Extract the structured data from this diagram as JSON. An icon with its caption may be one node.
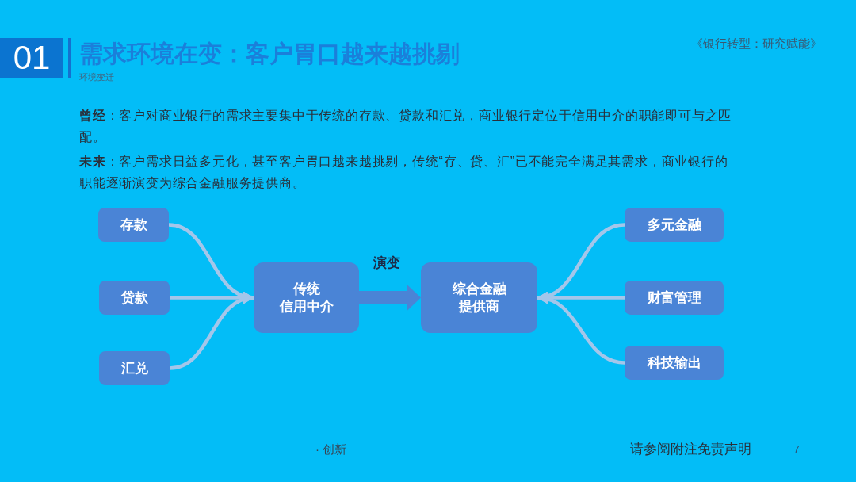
{
  "diagram": {
    "title": "需求环境在变：客户胃口越来越挑剔",
    "nodes": [
      {
        "text": [
          "01"
        ]
      },
      {
        "text": [
          "存款"
        ]
      },
      {
        "text": [
          "贷款"
        ]
      },
      {
        "text": [
          "汇兑"
        ]
      },
      {
        "text": [
          "传统信用中介"
        ]
      },
      {
        "text": [
          "综合金融提供商"
        ]
      },
      {
        "text": [
          "多元金融"
        ]
      },
      {
        "text": [
          "财富管理"
        ]
      },
      {
        "text": [
          "科技输出"
        ]
      }
    ],
    "edges": [
      {
        "from": 1,
        "to": 4,
        "arrow": "to"
      },
      {
        "from": 2,
        "to": 4,
        "arrow": "to"
      },
      {
        "from": 3,
        "to": 4,
        "arrow": "to"
      },
      {
        "from": 4,
        "to": 5,
        "arrow": "to",
        "label": "演变",
        "style": "thick",
        "color": "#4a84d6"
      },
      {
        "from": 6,
        "to": 5,
        "arrow": "to"
      },
      {
        "from": 7,
        "to": 5,
        "arrow": "to"
      },
      {
        "from": 8,
        "to": 5,
        "arrow": "to"
      }
    ],
    "labels": [
      "环境变迁",
      "《银行转型：研究赋能》",
      "**曾经**：客户对商业银行的需求主要集中于传统的存款、贷款和汇兑，商业银行定位于信用中介的职能即可与之匹配。",
      "**未来**：客户需求日益多元化，甚至客户胃口越来越挑剔，传统“存、贷、汇”已不能完全满足其需求，商业银行的职能逐渐演变为综合金融服务提供商。",
      "· 创新",
      "请参阅附注免责声明",
      "7"
    ]
  }
}
